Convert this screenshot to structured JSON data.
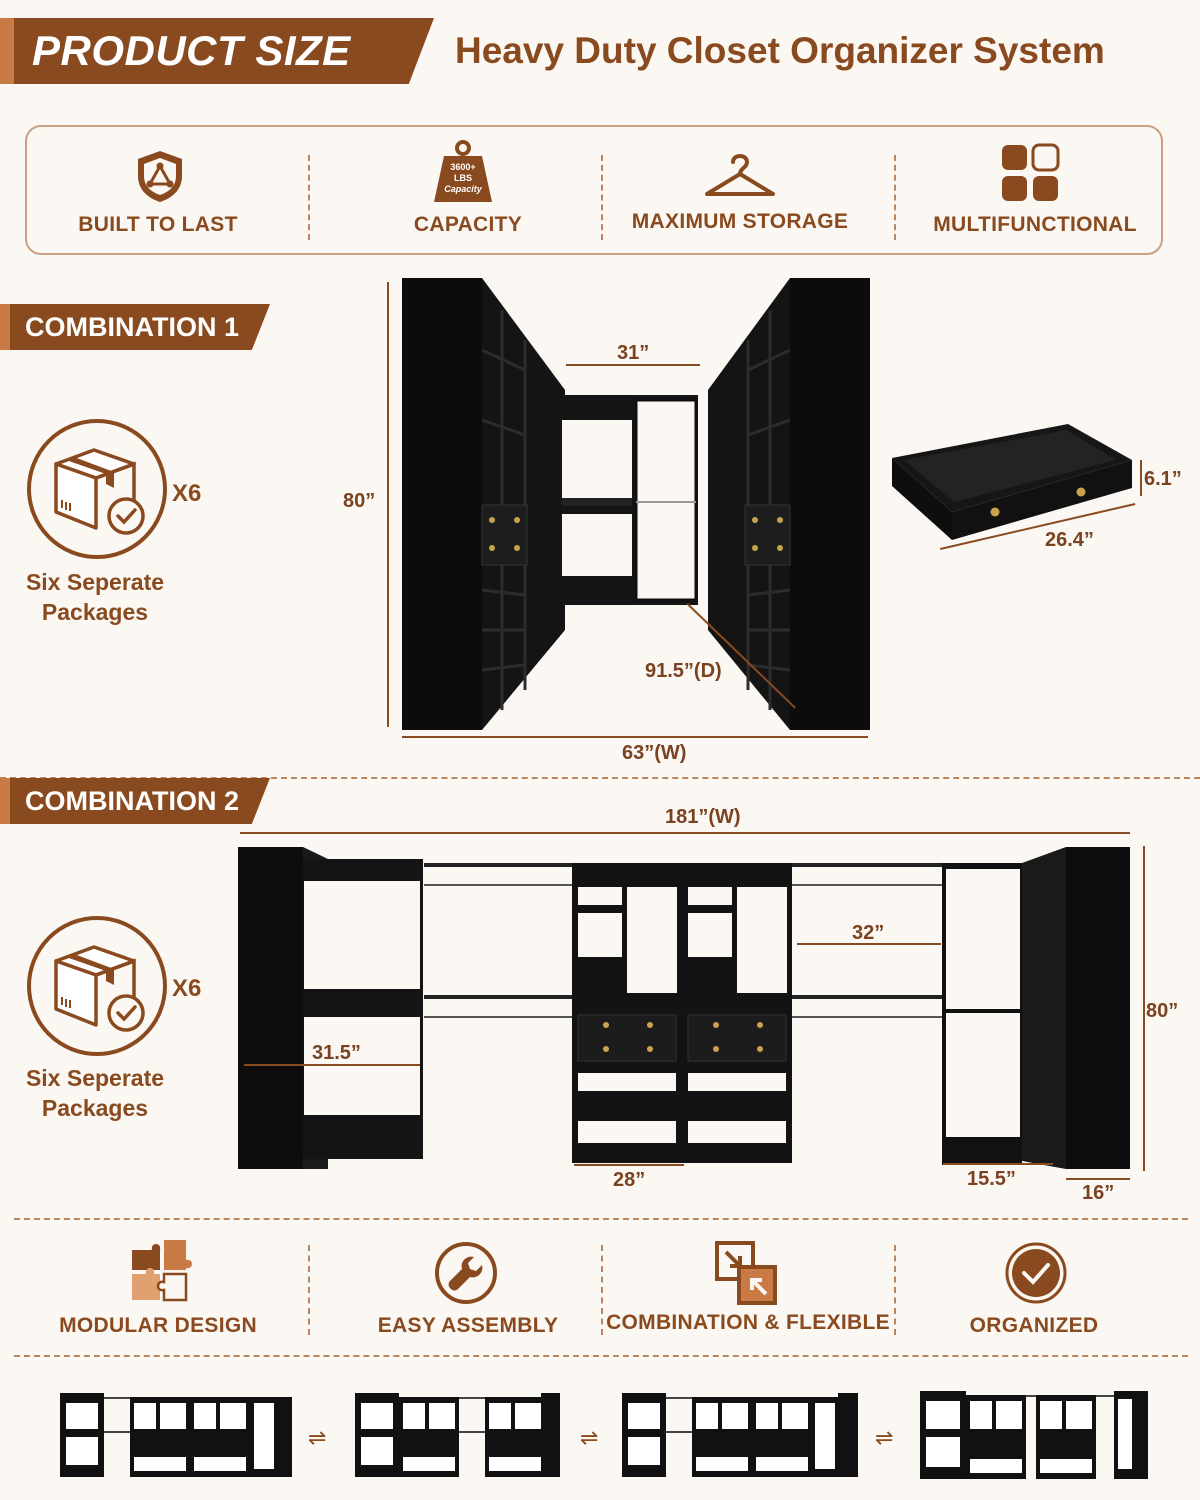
{
  "header": {
    "badge": "PRODUCT SIZE",
    "title": "Heavy Duty Closet Organizer System"
  },
  "features_top": [
    {
      "label": "BUILT TO LAST",
      "icon": "shield-icon"
    },
    {
      "label": "CAPACITY",
      "icon": "weight-capacity-icon",
      "icon_text": [
        "3600+",
        "LBS",
        "Capacity"
      ]
    },
    {
      "label": "MAXIMUM STORAGE",
      "icon": "hanger-icon"
    },
    {
      "label": "MULTIFUNCTIONAL",
      "icon": "grid-icon"
    }
  ],
  "combination1": {
    "label": "COMBINATION 1",
    "packages": {
      "multiplier": "X6",
      "text_line1": "Six Seperate",
      "text_line2": "Packages"
    },
    "dims": {
      "height": "80”",
      "inner_width": "31”",
      "depth": "91.5”(D)",
      "width": "63”(W)"
    },
    "drawer": {
      "height": "6.1”",
      "width": "26.4”"
    }
  },
  "combination2": {
    "label": "COMBINATION 2",
    "packages": {
      "multiplier": "X6",
      "text_line1": "Six Seperate",
      "text_line2": "Packages"
    },
    "dims": {
      "width": "181”(W)",
      "height": "80”",
      "rod_right": "32”",
      "rod_left": "31.5”",
      "drawer_unit": "28”",
      "tower_gap": "15.5”",
      "tower_depth": "16”"
    }
  },
  "features_bottom": [
    {
      "label": "MODULAR DESIGN",
      "icon": "puzzle-icon"
    },
    {
      "label": "EASY ASSEMBLY",
      "icon": "wrench-icon"
    },
    {
      "label": "COMBINATION & FLEXIBLE",
      "icon": "combine-arrows-icon"
    },
    {
      "label": "ORGANIZED",
      "icon": "check-badge-icon"
    }
  ],
  "colors": {
    "brand_brown": "#8a4a1f",
    "accent_tan": "#c97a45",
    "background": "#fbf7f2",
    "cabinet": "#111111"
  }
}
